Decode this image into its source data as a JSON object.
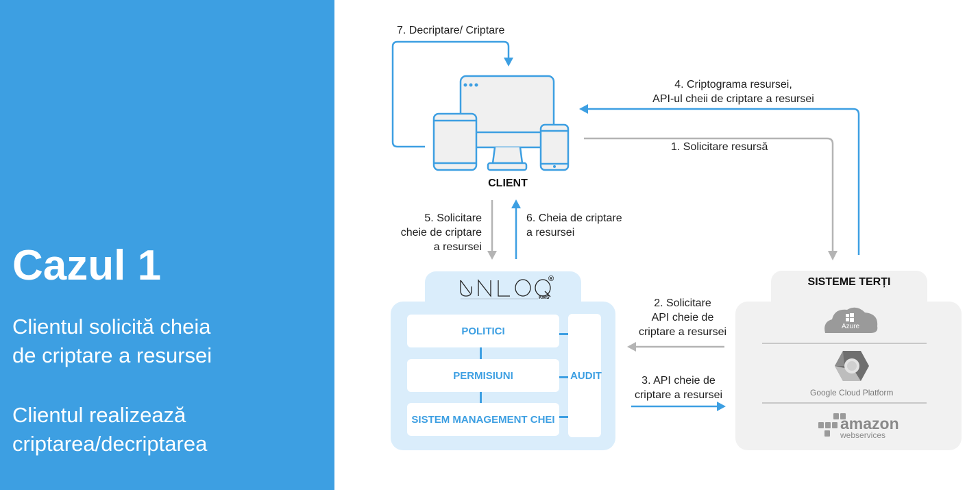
{
  "left_panel": {
    "title": "Cazul 1",
    "description_1_line_1": "Clientul solicită cheia",
    "description_1_line_2": "de criptare a resursei",
    "description_2_line_1": "Clientul realizează",
    "description_2_line_2": "criptarea/decriptarea",
    "background_color": "#3d9fe2"
  },
  "client": {
    "label": "CLIENT",
    "icon": "devices-icon"
  },
  "steps": {
    "step1": "1. Solicitare resursă",
    "step2_line1": "2. Solicitare",
    "step2_line2": "API cheie de",
    "step2_line3": "criptare a resursei",
    "step3_line1": "3. API cheie de",
    "step3_line2": "criptare a resursei",
    "step4_line1": "4. Criptograma resursei,",
    "step4_line2": "API-ul cheii de criptare a resursei",
    "step5_line1": "5. Solicitare",
    "step5_line2": "cheie de criptare",
    "step5_line3": "a resursei",
    "step6_line1": "6. Cheia de criptare",
    "step6_line2": "a resursei",
    "step7": "7. Decriptare/ Criptare"
  },
  "kms": {
    "logo": "UNLOQ",
    "logo_mark": "®",
    "logo_sub": "KMS",
    "boxes": [
      "POLITICI",
      "PERMISIUNI",
      "SISTEM MANAGEMENT CHEI"
    ],
    "audit": "AUDIT"
  },
  "third_party": {
    "title": "SISTEME TERȚI",
    "providers": [
      {
        "name": "Azure",
        "icon": "azure-cloud-icon"
      },
      {
        "name": "Google Cloud Platform",
        "google": "Google",
        "rest": "Cloud Platform",
        "icon": "google-cloud-icon"
      },
      {
        "name": "amazon",
        "sub": "webservices",
        "icon": "aws-cubes-icon"
      }
    ]
  },
  "colors": {
    "accent_blue": "#3d9fe2",
    "request_gray": "#b4b4b4",
    "kms_bg": "#daedfb",
    "third_bg": "#f1f1f1"
  }
}
